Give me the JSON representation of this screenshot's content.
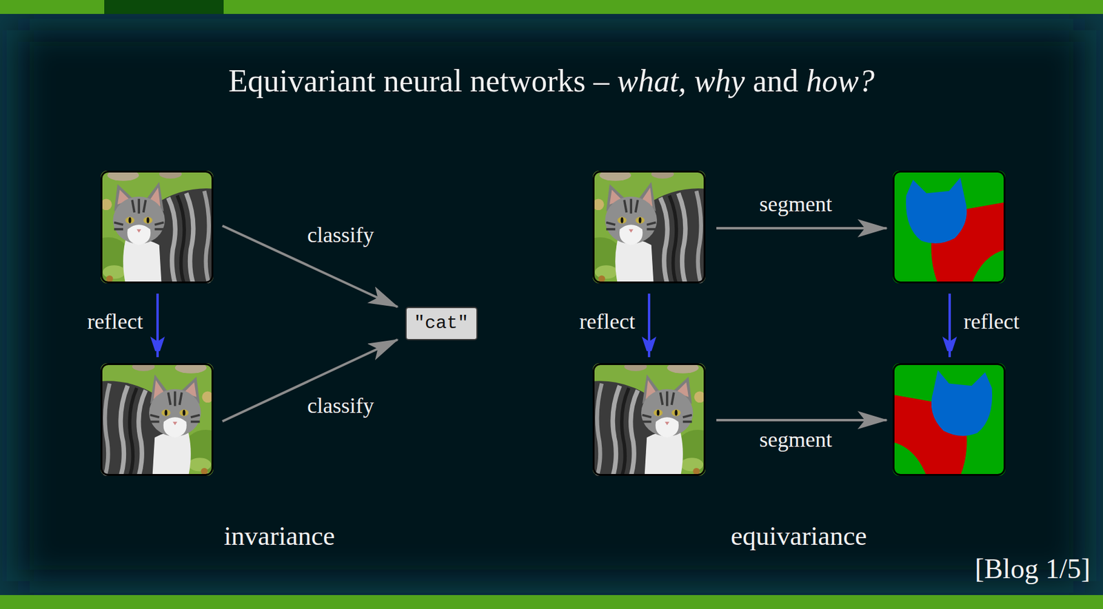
{
  "diagram": {
    "title": "Equivariant neural networks – what, why and how?",
    "nodes": [
      {
        "text": [
          "\"cat\""
        ]
      }
    ],
    "labels": [
      "classify",
      "reflect",
      "classify",
      "invariance",
      "segment",
      "reflect",
      "reflect",
      "segment",
      "equivariance",
      "[Blog 1/5]"
    ]
  }
}
